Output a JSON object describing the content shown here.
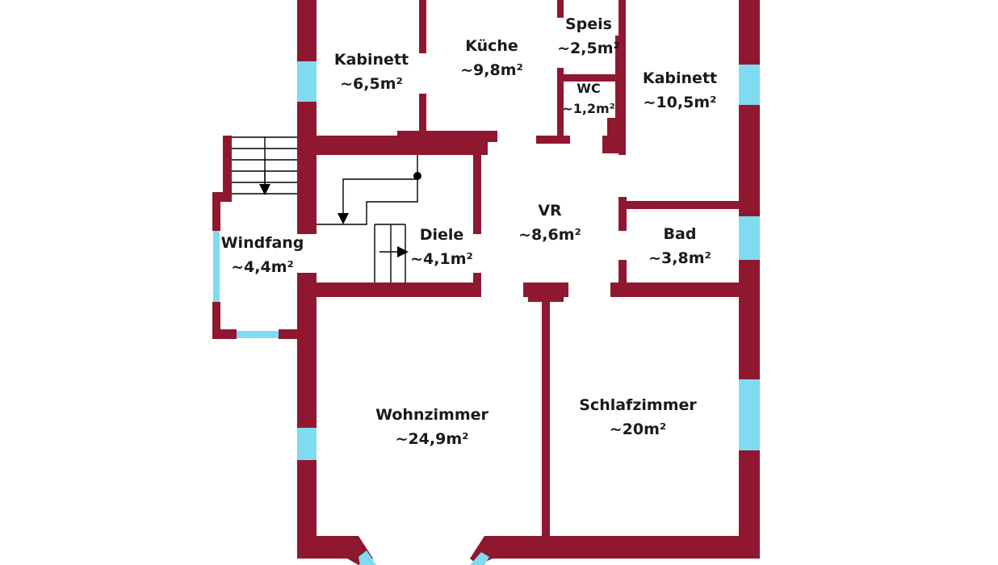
{
  "colors": {
    "wall": "#8f1830",
    "window": "#7fdcf0",
    "stair_line": "#000000",
    "background": "#ffffff"
  },
  "rooms": {
    "kabinett_west": {
      "name": "Kabinett",
      "area": "~6,5m²"
    },
    "kueche": {
      "name": "Küche",
      "area": "~9,8m²"
    },
    "speis": {
      "name": "Speis",
      "area": "~2,5m²"
    },
    "wc": {
      "name": "WC",
      "area": "~1,2m²"
    },
    "kabinett_east": {
      "name": "Kabinett",
      "area": "~10,5m²"
    },
    "vr": {
      "name": "VR",
      "area": "~8,6m²"
    },
    "diele": {
      "name": "Diele",
      "area": "~4,1m²"
    },
    "windfang": {
      "name": "Windfang",
      "area": "~4,4m²"
    },
    "bad": {
      "name": "Bad",
      "area": "~3,8m²"
    },
    "wohnzimmer": {
      "name": "Wohnzimmer",
      "area": "~24,9m²"
    },
    "schlafzimmer": {
      "name": "Schlafzimmer",
      "area": "~20m²"
    }
  }
}
